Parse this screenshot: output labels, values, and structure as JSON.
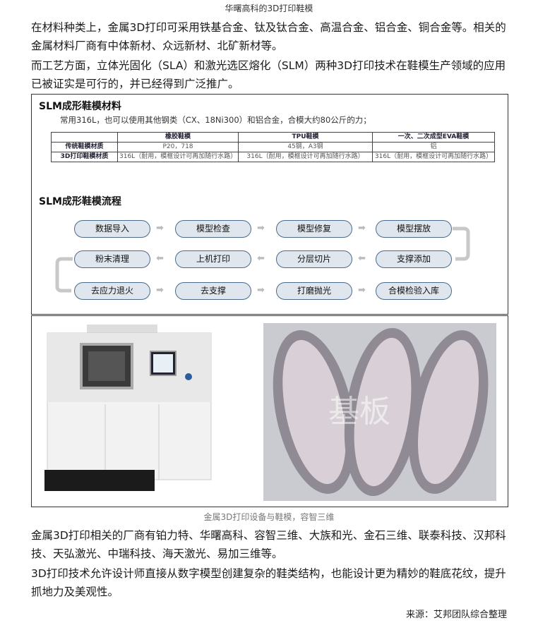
{
  "title": "华曙高科的3D打印鞋模",
  "paragraphs": [
    "在材料种类上，金属3D打印可采用铁基合金、钛及钛合金、高温合金、铝合金、铜合金等。相关的金属材料厂商有中体新材、众远新材、北矿新材等。",
    "而工艺方面，立体光固化（SLA）和激光选区熔化（SLM）两种3D打印技术在鞋模生产领域的应用已被证实是可行的，并已经得到广泛推广。"
  ],
  "infographic": {
    "materials_title": "SLM成形鞋模材料",
    "materials_note": "常用316L，也可以使用其他钢类（CX、18Ni300）和铝合金，合模大约80公斤的力；",
    "table": {
      "headers": [
        "",
        "橡胶鞋模",
        "TPU鞋模",
        "一次、二次成型EVA鞋模"
      ],
      "rows": [
        [
          "传统鞋模材质",
          "P20，718",
          "45钢，A3钢",
          "铝"
        ],
        [
          "3D打印鞋模材质",
          "316L（耐用，模框设计可再加随行水路）",
          "316L（耐用，模框设计可再加随行水路）",
          "316L（耐用，模框设计可再加随行水路）"
        ]
      ]
    },
    "process_title": "SLM成形鞋模流程",
    "steps": [
      "数据导入",
      "模型检查",
      "模型修复",
      "模型摆放",
      "支撑添加",
      "分层切片",
      "上机打印",
      "粉末清理",
      "去应力退火",
      "去支撑",
      "打磨抛光",
      "合模检验入库"
    ]
  },
  "photo": {
    "watermark": "基板"
  },
  "caption": "金属3D打印设备与鞋模，容智三维",
  "paragraphs2": [
    "金属3D打印相关的厂商有铂力特、华曙高科、容智三维、大族和光、金石三维、联泰科技、汉邦科技、天弘激光、中瑞科技、海天激光、易加三维等。",
    "3D打印技术允许设计师直接从数字模型创建复杂的鞋类结构，也能设计更为精妙的鞋底花纹，提升抓地力及美观性。"
  ],
  "source": "来源：艾邦团队综合整理"
}
